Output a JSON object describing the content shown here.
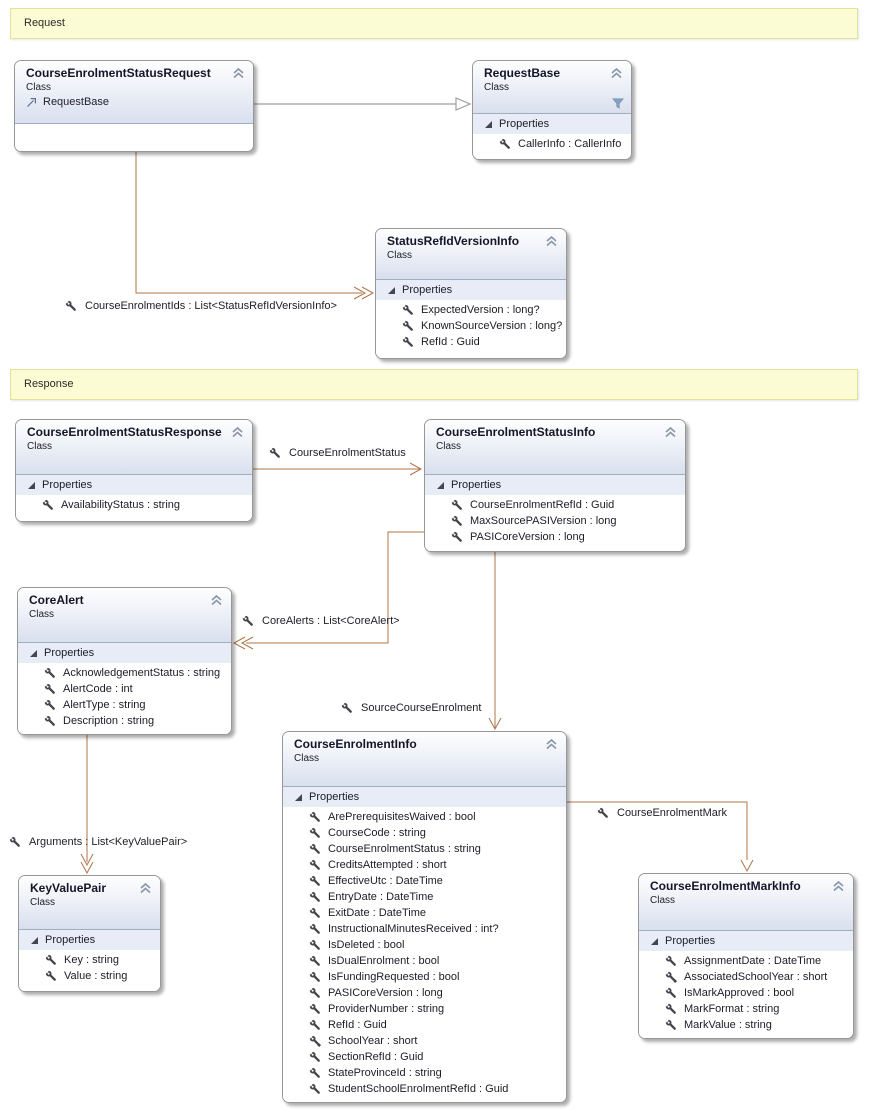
{
  "bands": {
    "request": "Request",
    "response": "Response"
  },
  "colors": {
    "association": "#ad7449",
    "inheritance": "#9e9e9e",
    "band_fill": "#fcfcd4",
    "band_border": "#e1e29c",
    "header_gradient_end": "#d8dfee",
    "properties_header_bg": "#e7ecf6"
  },
  "icons": {
    "collapse": "chevron-up-double",
    "expander": "triangle-expanded",
    "property": "wrench",
    "property_special": "wrench-dot",
    "filter": "funnel",
    "inherits": "arrow-up-right"
  },
  "boxes": {
    "courseEnrolmentStatusRequest": {
      "name": "CourseEnrolmentStatusRequest",
      "kind": "Class",
      "inherits": "RequestBase"
    },
    "requestBase": {
      "name": "RequestBase",
      "kind": "Class",
      "section_label": "Properties",
      "properties": [
        {
          "text": "CallerInfo : CallerInfo",
          "icon": "wrench"
        }
      ]
    },
    "statusRefIdVersionInfo": {
      "name": "StatusRefIdVersionInfo",
      "kind": "Class",
      "section_label": "Properties",
      "properties": [
        {
          "text": "ExpectedVersion : long?",
          "icon": "wrench"
        },
        {
          "text": "KnownSourceVersion : long?",
          "icon": "wrench"
        },
        {
          "text": "RefId : Guid",
          "icon": "wrench"
        }
      ]
    },
    "courseEnrolmentStatusResponse": {
      "name": "CourseEnrolmentStatusResponse",
      "kind": "Class",
      "section_label": "Properties",
      "properties": [
        {
          "text": "AvailabilityStatus : string",
          "icon": "wrench"
        }
      ]
    },
    "courseEnrolmentStatusInfo": {
      "name": "CourseEnrolmentStatusInfo",
      "kind": "Class",
      "section_label": "Properties",
      "properties": [
        {
          "text": "CourseEnrolmentRefId : Guid",
          "icon": "wrench"
        },
        {
          "text": "MaxSourcePASIVersion : long",
          "icon": "wrench"
        },
        {
          "text": "PASICoreVersion : long",
          "icon": "wrench"
        }
      ]
    },
    "coreAlert": {
      "name": "CoreAlert",
      "kind": "Class",
      "section_label": "Properties",
      "properties": [
        {
          "text": "AcknowledgementStatus : string",
          "icon": "wrench"
        },
        {
          "text": "AlertCode : int",
          "icon": "wrench"
        },
        {
          "text": "AlertType : string",
          "icon": "wrench"
        },
        {
          "text": "Description : string",
          "icon": "wrench"
        }
      ]
    },
    "courseEnrolmentInfo": {
      "name": "CourseEnrolmentInfo",
      "kind": "Class",
      "section_label": "Properties",
      "properties": [
        {
          "text": "ArePrerequisitesWaived : bool",
          "icon": "wrench"
        },
        {
          "text": "CourseCode : string",
          "icon": "wrench"
        },
        {
          "text": "CourseEnrolmentStatus : string",
          "icon": "wrench"
        },
        {
          "text": "CreditsAttempted : short",
          "icon": "wrench"
        },
        {
          "text": "EffectiveUtc : DateTime",
          "icon": "wrench"
        },
        {
          "text": "EntryDate : DateTime",
          "icon": "wrench"
        },
        {
          "text": "ExitDate : DateTime",
          "icon": "wrench"
        },
        {
          "text": "InstructionalMinutesReceived : int?",
          "icon": "wrench"
        },
        {
          "text": "IsDeleted : bool",
          "icon": "wrench"
        },
        {
          "text": "IsDualEnrolment : bool",
          "icon": "wrench"
        },
        {
          "text": "IsFundingRequested : bool",
          "icon": "wrench"
        },
        {
          "text": "PASICoreVersion : long",
          "icon": "wrench"
        },
        {
          "text": "ProviderNumber : string",
          "icon": "wrench"
        },
        {
          "text": "RefId : Guid",
          "icon": "wrench"
        },
        {
          "text": "SchoolYear : short",
          "icon": "wrench-dot"
        },
        {
          "text": "SectionRefId : Guid",
          "icon": "wrench"
        },
        {
          "text": "StateProvinceId : string",
          "icon": "wrench"
        },
        {
          "text": "StudentSchoolEnrolmentRefId : Guid",
          "icon": "wrench"
        }
      ]
    },
    "keyValuePair": {
      "name": "KeyValuePair",
      "kind": "Class",
      "section_label": "Properties",
      "properties": [
        {
          "text": "Key : string",
          "icon": "wrench"
        },
        {
          "text": "Value : string",
          "icon": "wrench"
        }
      ]
    },
    "courseEnrolmentMarkInfo": {
      "name": "CourseEnrolmentMarkInfo",
      "kind": "Class",
      "section_label": "Properties",
      "properties": [
        {
          "text": "AssignmentDate : DateTime",
          "icon": "wrench"
        },
        {
          "text": "AssociatedSchoolYear : short",
          "icon": "wrench-dot"
        },
        {
          "text": "IsMarkApproved : bool",
          "icon": "wrench"
        },
        {
          "text": "MarkFormat : string",
          "icon": "wrench"
        },
        {
          "text": "MarkValue : string",
          "icon": "wrench"
        }
      ]
    }
  },
  "connectors": {
    "courseEnrolmentIds": {
      "label": "CourseEnrolmentIds : List<StatusRefIdVersionInfo>"
    },
    "courseEnrolmentStatus": {
      "label": "CourseEnrolmentStatus"
    },
    "coreAlerts": {
      "label": "CoreAlerts : List<CoreAlert>"
    },
    "sourceCourseEnrolment": {
      "label": "SourceCourseEnrolment"
    },
    "arguments": {
      "label": "Arguments : List<KeyValuePair>"
    },
    "courseEnrolmentMark": {
      "label": "CourseEnrolmentMark"
    }
  }
}
